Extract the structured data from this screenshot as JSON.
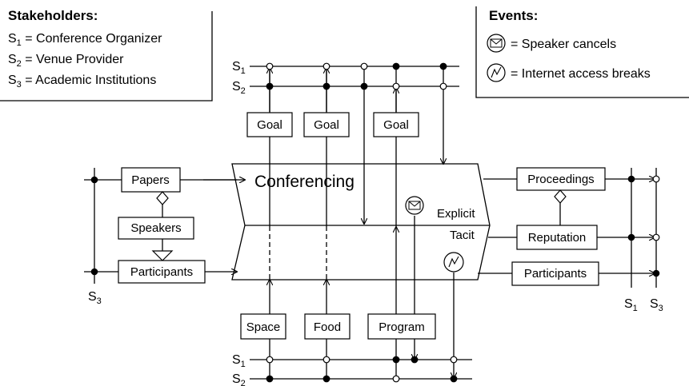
{
  "legend": {
    "stakeholders_title": "Stakeholders:",
    "stakeholders": [
      {
        "id": "S",
        "sub": "1",
        "text": " = Conference Organizer"
      },
      {
        "id": "S",
        "sub": "2",
        "text": " = Venue Provider"
      },
      {
        "id": "S",
        "sub": "3",
        "text": " = Academic Institutions"
      }
    ],
    "events_title": "Events:",
    "events": [
      {
        "icon": "envelope-icon",
        "text": "= Speaker cancels"
      },
      {
        "icon": "broken-link-icon",
        "text": "= Internet access breaks"
      }
    ]
  },
  "process": {
    "title": "Conferencing",
    "explicit_label": "Explicit",
    "tacit_label": "Tacit"
  },
  "top_inputs": [
    "Goal",
    "Goal",
    "Goal"
  ],
  "bottom_inputs": [
    "Space",
    "Food",
    "Program"
  ],
  "left_inputs": [
    "Papers",
    "Speakers",
    "Participants"
  ],
  "outputs": [
    "Proceedings",
    "Reputation",
    "Participants"
  ],
  "lanes": {
    "top": [
      {
        "id": "S",
        "sub": "1"
      },
      {
        "id": "S",
        "sub": "2"
      }
    ],
    "bottom": [
      {
        "id": "S",
        "sub": "1"
      },
      {
        "id": "S",
        "sub": "2"
      }
    ],
    "left": {
      "id": "S",
      "sub": "3"
    },
    "right": [
      {
        "id": "S",
        "sub": "1"
      },
      {
        "id": "S",
        "sub": "3"
      }
    ]
  }
}
